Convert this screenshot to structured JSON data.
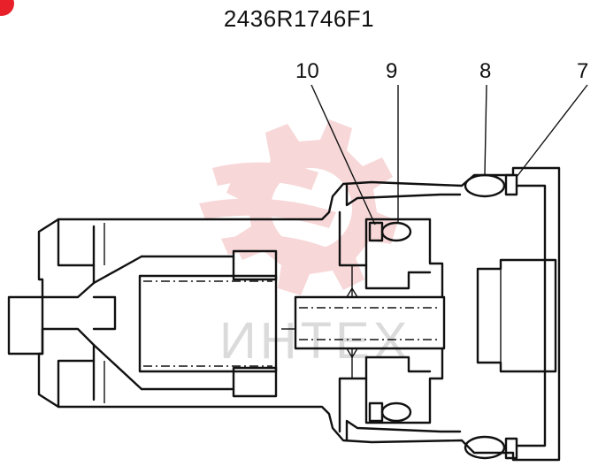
{
  "drawing": {
    "code": "2436R1746F1",
    "callouts": [
      {
        "id": "callout-10",
        "label": "10"
      },
      {
        "id": "callout-9",
        "label": "9"
      },
      {
        "id": "callout-8",
        "label": "8"
      },
      {
        "id": "callout-7",
        "label": "7"
      }
    ]
  },
  "watermark": {
    "text": "ИНТЕХ",
    "color": "#f2b8b8"
  },
  "colors": {
    "line": "#111111",
    "corner_mark": "#e8202a"
  }
}
